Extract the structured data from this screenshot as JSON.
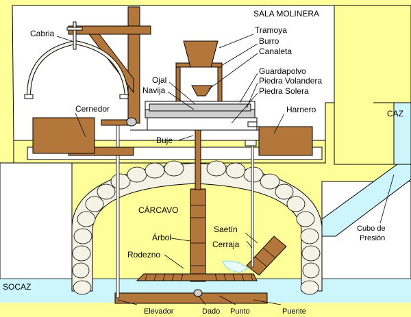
{
  "labels": {
    "sala_molinera": "SALA MOLINERA",
    "cabria": "Cabria",
    "tramoya": "Tramoya",
    "burro": "Burro",
    "canaleta": "Canaleta",
    "guardapolvo": "Guardapolvo",
    "piedra_volandera": "Piedra Volandera",
    "piedra_solera": "Piedra Solera",
    "ojal": "Ojal",
    "navija": "Navija",
    "cernedor": "Cernedor",
    "harnero": "Harnero",
    "buje": "Buje",
    "caz": "CAZ",
    "carcavo": "CÁRCAVO",
    "cubo_line1": "Cubo de",
    "cubo_line2": "Presión",
    "arbol": "Árbol",
    "saetin": "Saetín",
    "cerraja": "Cerraja",
    "rodezno": "Rodezno",
    "socaz": "SOCAZ",
    "elevador": "Elevador",
    "dado": "Dado",
    "punto": "Punto",
    "puente": "Puente"
  },
  "colors": {
    "wall": "#ffff99",
    "wood": "#b3763b",
    "wood_dark": "#8c5528",
    "water": "#ccf5fc",
    "stone": "#f5f2e6",
    "millstone": "#cfcfcf",
    "outline": "#000000"
  },
  "icons": {
    "arch": "stone-arch-icon",
    "water_jet": "water-jet-icon"
  }
}
